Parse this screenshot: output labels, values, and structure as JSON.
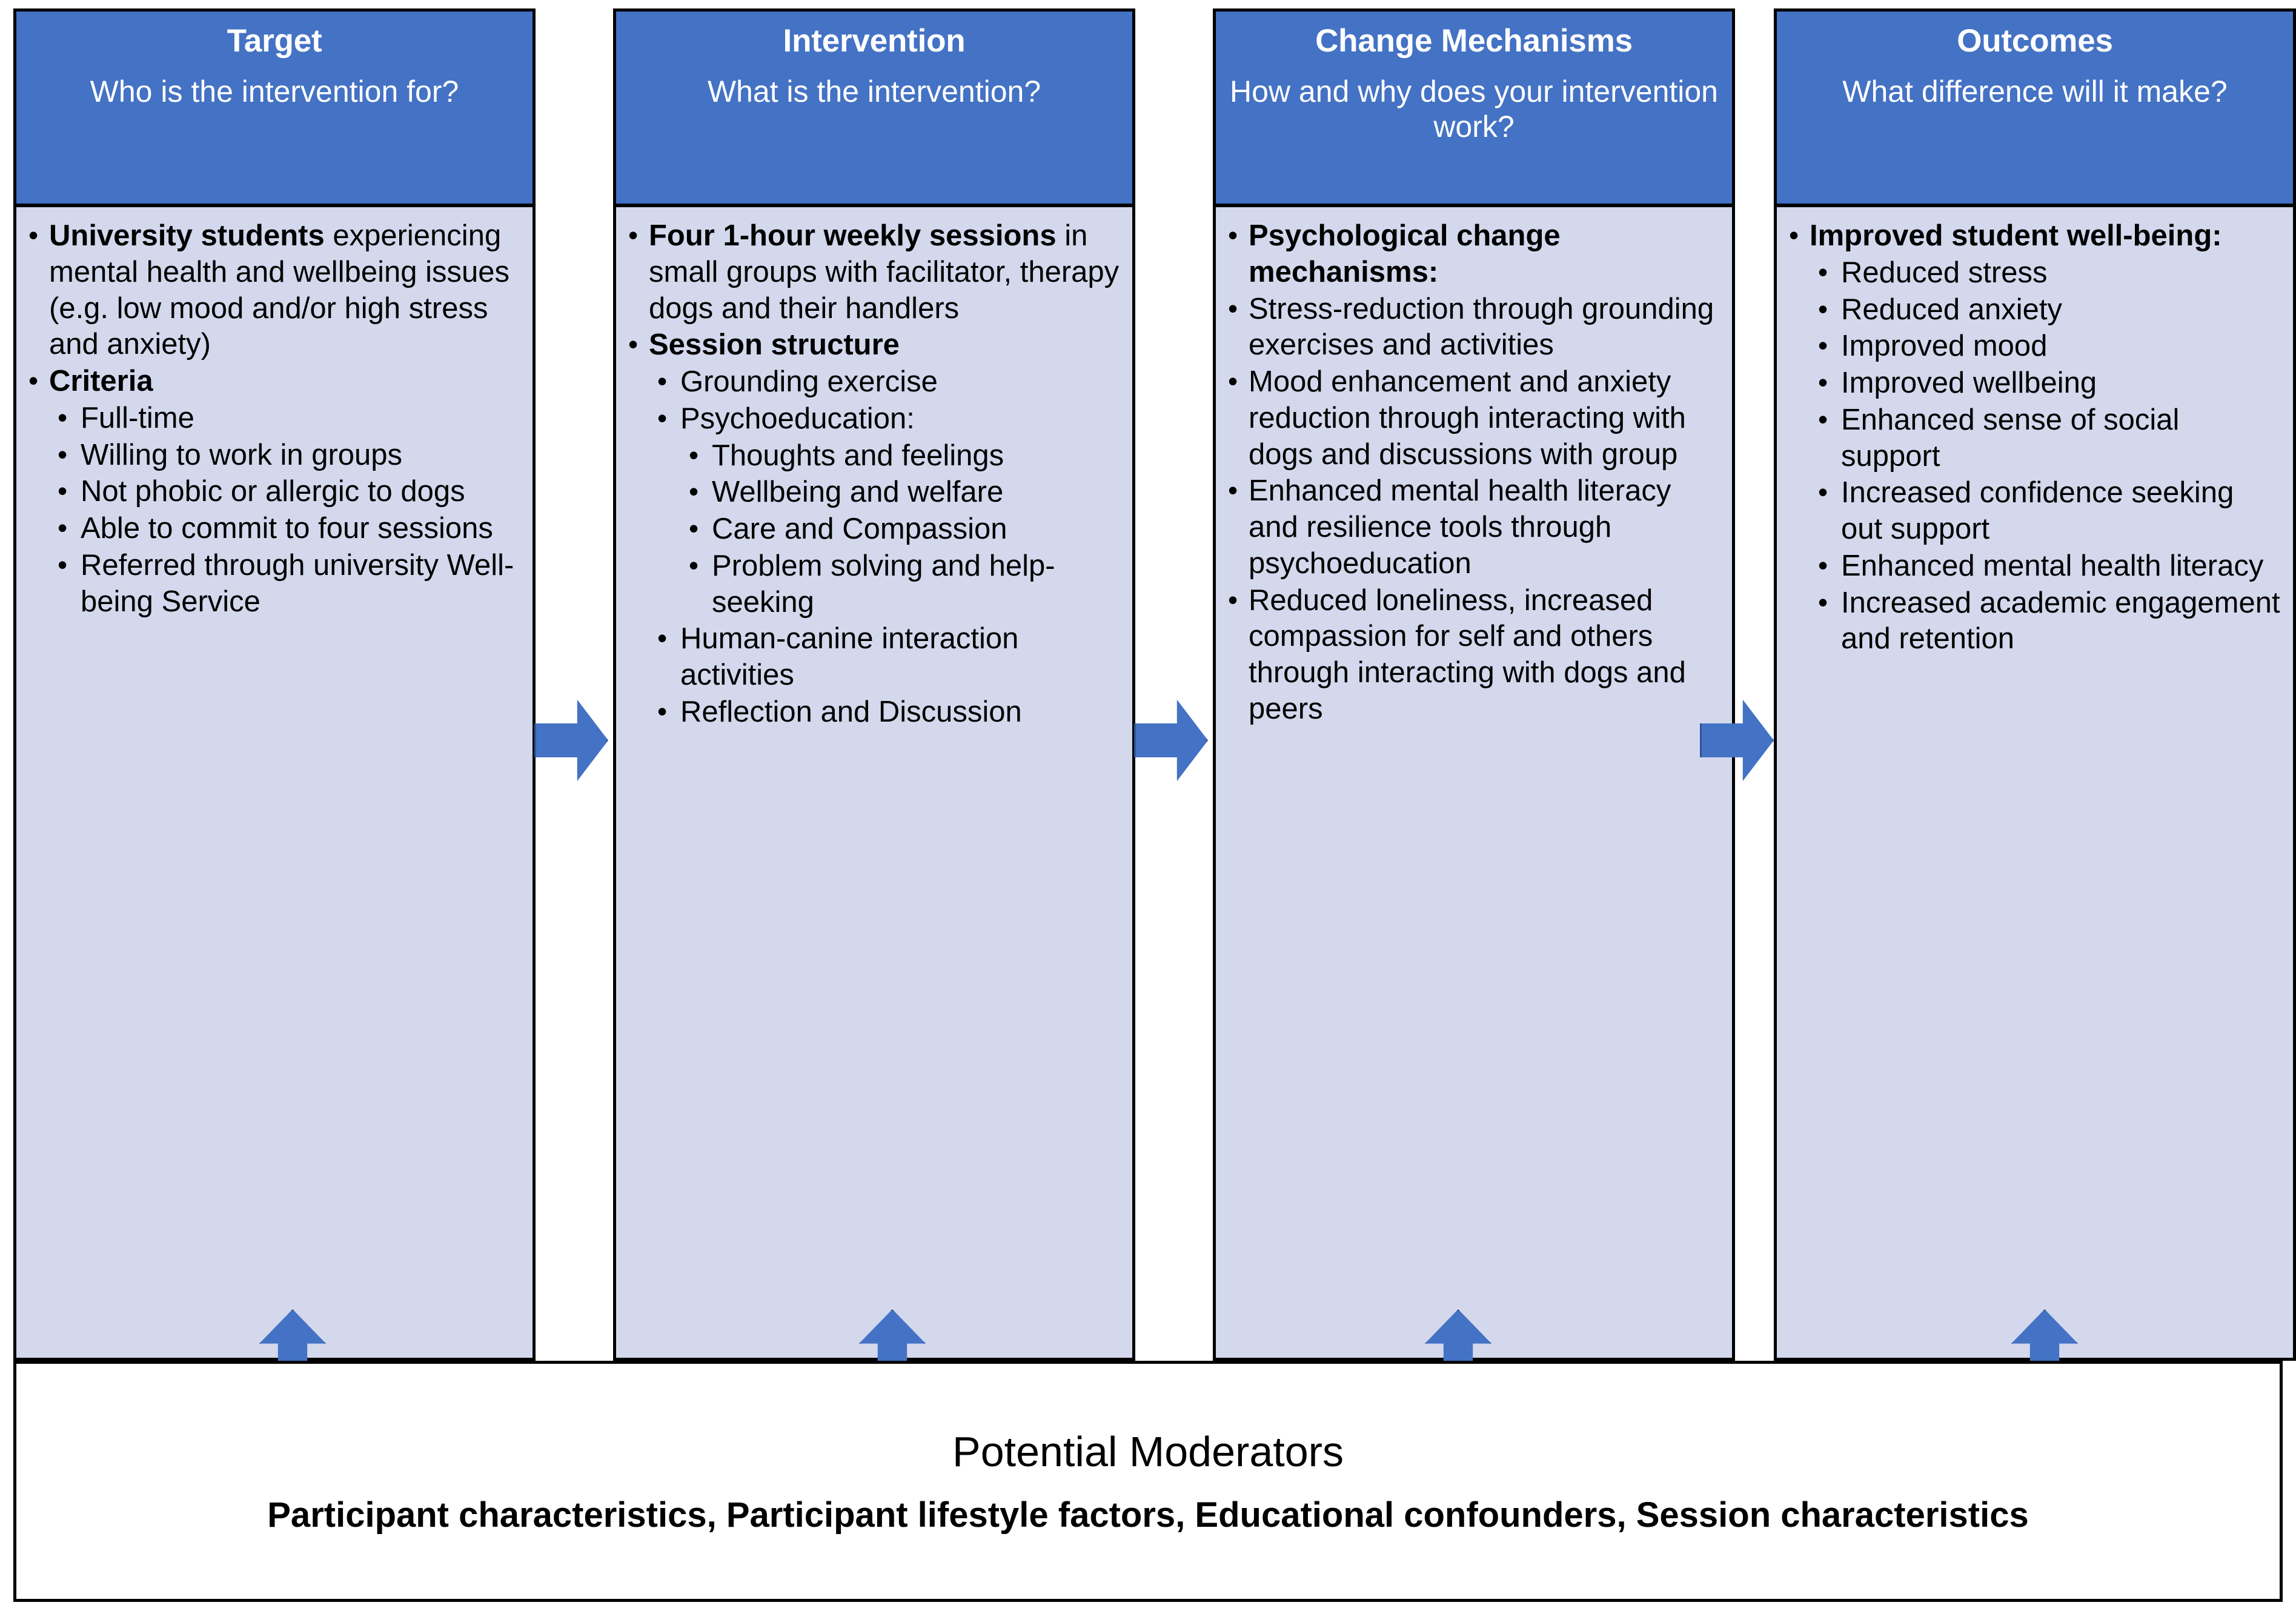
{
  "colors": {
    "header_blue": "#4472C4",
    "body_panel": "#D3D8EC",
    "arrow_fill": "#4472C4",
    "arrow_stroke": "#2F5597",
    "border": "#000000",
    "header_text": "#FFFFFF",
    "body_text": "#000000"
  },
  "columns": [
    {
      "title": "Target",
      "subtitle": "Who is the intervention for?",
      "items": [
        {
          "level": 1,
          "bold_prefix": "University students",
          "text": " experiencing mental health and wellbeing issues (e.g. low mood and/or high stress and anxiety)"
        },
        {
          "level": 1,
          "bold_prefix": "Criteria",
          "text": ""
        },
        {
          "level": 2,
          "bold_prefix": "",
          "text": "Full-time"
        },
        {
          "level": 2,
          "bold_prefix": "",
          "text": "Willing to work in groups"
        },
        {
          "level": 2,
          "bold_prefix": "",
          "text": "Not phobic or allergic to dogs"
        },
        {
          "level": 2,
          "bold_prefix": "",
          "text": "Able to commit to four sessions"
        },
        {
          "level": 2,
          "bold_prefix": "",
          "text": "Referred through university Well-being Service"
        }
      ]
    },
    {
      "title": "Intervention",
      "subtitle": "What is the intervention?",
      "items": [
        {
          "level": 1,
          "bold_prefix": "Four 1-hour weekly sessions",
          "text": " in small groups with facilitator, therapy dogs and their handlers"
        },
        {
          "level": 1,
          "bold_prefix": "Session structure",
          "text": ""
        },
        {
          "level": 2,
          "bold_prefix": "",
          "text": "Grounding exercise"
        },
        {
          "level": 2,
          "bold_prefix": "",
          "text": "Psychoeducation:"
        },
        {
          "level": 3,
          "bold_prefix": "",
          "text": "Thoughts and feelings"
        },
        {
          "level": 3,
          "bold_prefix": "",
          "text": "Wellbeing and welfare"
        },
        {
          "level": 3,
          "bold_prefix": "",
          "text": "Care and Compassion"
        },
        {
          "level": 3,
          "bold_prefix": "",
          "text": "Problem solving and help-seeking"
        },
        {
          "level": 2,
          "bold_prefix": "",
          "text": "Human-canine interaction activities"
        },
        {
          "level": 2,
          "bold_prefix": "",
          "text": "Reflection and Discussion"
        }
      ]
    },
    {
      "title": "Change Mechanisms",
      "subtitle": "How and why does your intervention work?",
      "items": [
        {
          "level": 1,
          "bold_prefix": "Psychological change mechanisms:",
          "text": ""
        },
        {
          "level": 1,
          "bold_prefix": "",
          "text": "Stress-reduction through grounding exercises and activities"
        },
        {
          "level": 1,
          "bold_prefix": "",
          "text": "Mood enhancement and anxiety reduction through interacting with dogs and discussions with group"
        },
        {
          "level": 1,
          "bold_prefix": "",
          "text": "Enhanced mental health literacy and resilience tools through psychoeducation"
        },
        {
          "level": 1,
          "bold_prefix": "",
          "text": "Reduced loneliness, increased compassion for self and others through interacting with dogs and peers"
        }
      ]
    },
    {
      "title": "Outcomes",
      "subtitle": "What difference will it make?",
      "items": [
        {
          "level": 1,
          "bold_prefix": "Improved student well-being:",
          "text": ""
        },
        {
          "level": 2,
          "bold_prefix": "",
          "text": "Reduced stress"
        },
        {
          "level": 2,
          "bold_prefix": "",
          "text": "Reduced anxiety"
        },
        {
          "level": 2,
          "bold_prefix": "",
          "text": "Improved mood"
        },
        {
          "level": 2,
          "bold_prefix": "",
          "text": "Improved wellbeing"
        },
        {
          "level": 2,
          "bold_prefix": "",
          "text": "Enhanced sense of social support"
        },
        {
          "level": 2,
          "bold_prefix": "",
          "text": "Increased confidence seeking out support"
        },
        {
          "level": 2,
          "bold_prefix": "",
          "text": "Enhanced mental health literacy"
        },
        {
          "level": 2,
          "bold_prefix": "",
          "text": "Increased academic engagement and retention"
        }
      ]
    }
  ],
  "flow_arrows": [
    {
      "name": "arrow-target-to-intervention",
      "direction": "right"
    },
    {
      "name": "arrow-intervention-to-mechanisms",
      "direction": "right"
    },
    {
      "name": "arrow-mechanisms-to-outcomes",
      "direction": "right"
    }
  ],
  "moderator_arrows": [
    {
      "name": "arrow-moderators-to-target",
      "direction": "up"
    },
    {
      "name": "arrow-moderators-to-intervention",
      "direction": "up"
    },
    {
      "name": "arrow-moderators-to-mechanisms",
      "direction": "up"
    },
    {
      "name": "arrow-moderators-to-outcomes",
      "direction": "up"
    }
  ],
  "moderators": {
    "title": "Potential Moderators",
    "subtitle": "Participant characteristics, Participant lifestyle factors, Educational confounders, Session characteristics"
  }
}
